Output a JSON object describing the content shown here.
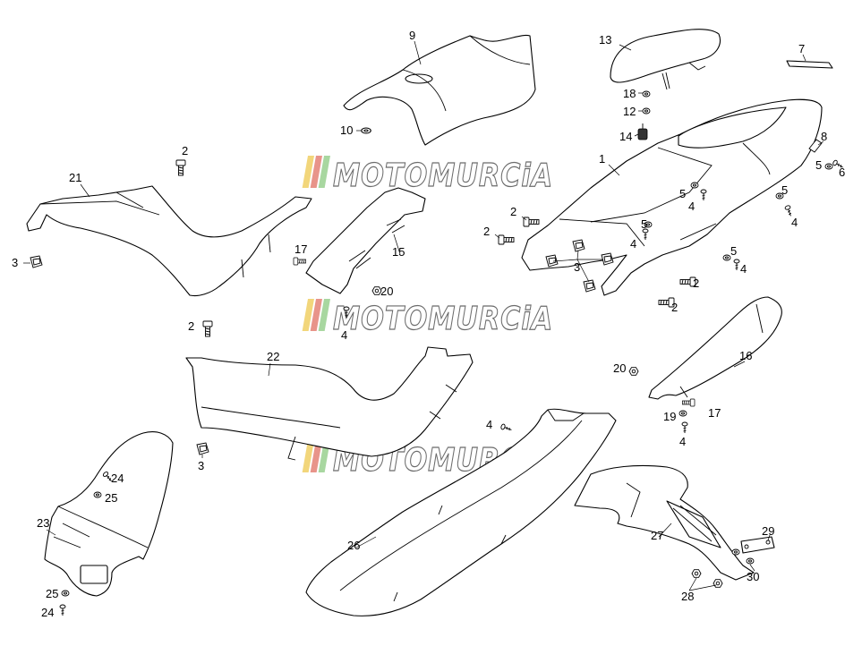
{
  "figure": {
    "watermark": "MOTOMURCiA"
  },
  "callouts": [
    "9",
    "13",
    "7",
    "18",
    "12",
    "10",
    "14",
    "8",
    "2",
    "1",
    "5",
    "6",
    "21",
    "5",
    "5",
    "4",
    "2",
    "4",
    "5",
    "2",
    "4",
    "17",
    "15",
    "5",
    "3",
    "3",
    "4",
    "2",
    "20",
    "2",
    "2",
    "4",
    "22",
    "16",
    "20",
    "19",
    "17",
    "4",
    "4",
    "3",
    "24",
    "25",
    "23",
    "27",
    "29",
    "26",
    "30",
    "25",
    "28",
    "24"
  ],
  "colors": {
    "line": "#000000",
    "background": "#ffffff",
    "watermark_outline": "#6b6b6b",
    "watermark_stripes": [
      "#f2d67b",
      "#e8948a",
      "#a8d7a0"
    ]
  }
}
